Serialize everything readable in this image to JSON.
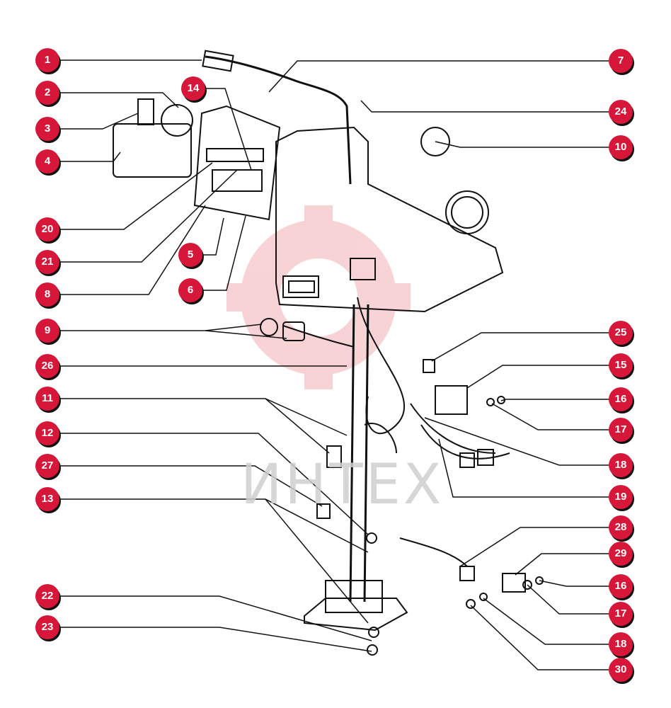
{
  "diagram": {
    "watermark_text": "ИНТЕХ",
    "accent_color": "#d6173a",
    "line_color": "#111111",
    "callouts": [
      {
        "key": "c1",
        "label": "1"
      },
      {
        "key": "c2",
        "label": "2"
      },
      {
        "key": "c3",
        "label": "3"
      },
      {
        "key": "c4",
        "label": "4"
      },
      {
        "key": "c20",
        "label": "20"
      },
      {
        "key": "c21",
        "label": "21"
      },
      {
        "key": "c8",
        "label": "8"
      },
      {
        "key": "c9",
        "label": "9"
      },
      {
        "key": "c26",
        "label": "26"
      },
      {
        "key": "c11",
        "label": "11"
      },
      {
        "key": "c12",
        "label": "12"
      },
      {
        "key": "c27",
        "label": "27"
      },
      {
        "key": "c13",
        "label": "13"
      },
      {
        "key": "c22",
        "label": "22"
      },
      {
        "key": "c23",
        "label": "23"
      },
      {
        "key": "c14",
        "label": "14"
      },
      {
        "key": "c5",
        "label": "5"
      },
      {
        "key": "c6",
        "label": "6"
      },
      {
        "key": "c7",
        "label": "7"
      },
      {
        "key": "c24",
        "label": "24"
      },
      {
        "key": "c10",
        "label": "10"
      },
      {
        "key": "c25",
        "label": "25"
      },
      {
        "key": "c15",
        "label": "15"
      },
      {
        "key": "c16a",
        "label": "16"
      },
      {
        "key": "c17a",
        "label": "17"
      },
      {
        "key": "c18a",
        "label": "18"
      },
      {
        "key": "c19",
        "label": "19"
      },
      {
        "key": "c28",
        "label": "28"
      },
      {
        "key": "c29",
        "label": "29"
      },
      {
        "key": "c16b",
        "label": "16"
      },
      {
        "key": "c17b",
        "label": "17"
      },
      {
        "key": "c18b",
        "label": "18"
      },
      {
        "key": "c30",
        "label": "30"
      }
    ]
  }
}
